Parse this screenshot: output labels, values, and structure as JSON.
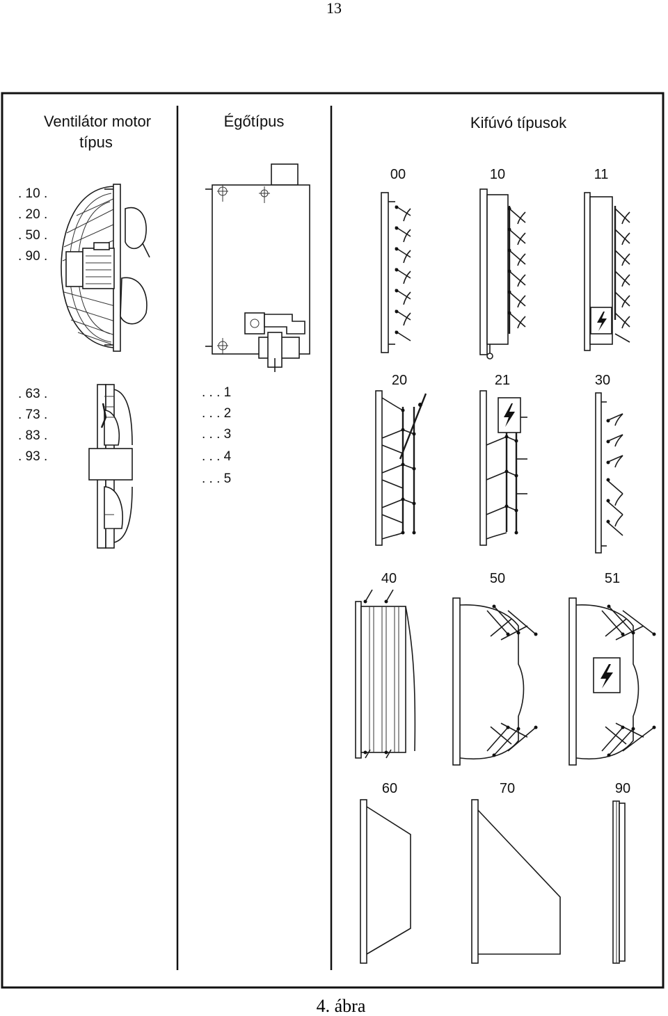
{
  "page_number": "13",
  "caption": "4. ábra",
  "columns": {
    "motor": {
      "title_line1": "Ventilátor motor",
      "title_line2": "típus",
      "codes_group1": [
        ". 10 .",
        ". 20 .",
        ". 50 .",
        ". 90 ."
      ],
      "codes_group2": [
        ". 63 .",
        ". 73 .",
        ". 83 .",
        ". 93 ."
      ]
    },
    "burner": {
      "title": "Égőtípus",
      "codes": [
        ". . . 1",
        ". . . 2",
        ". . . 3",
        ". . . 4",
        ". . . 5"
      ]
    },
    "outlet": {
      "title": "Kifúvó típusok",
      "types": [
        "00",
        "10",
        "11",
        "20",
        "21",
        "30",
        "40",
        "50",
        "51",
        "60",
        "70",
        "90"
      ]
    }
  },
  "icons": {
    "electric_box": "lightning-icon"
  }
}
